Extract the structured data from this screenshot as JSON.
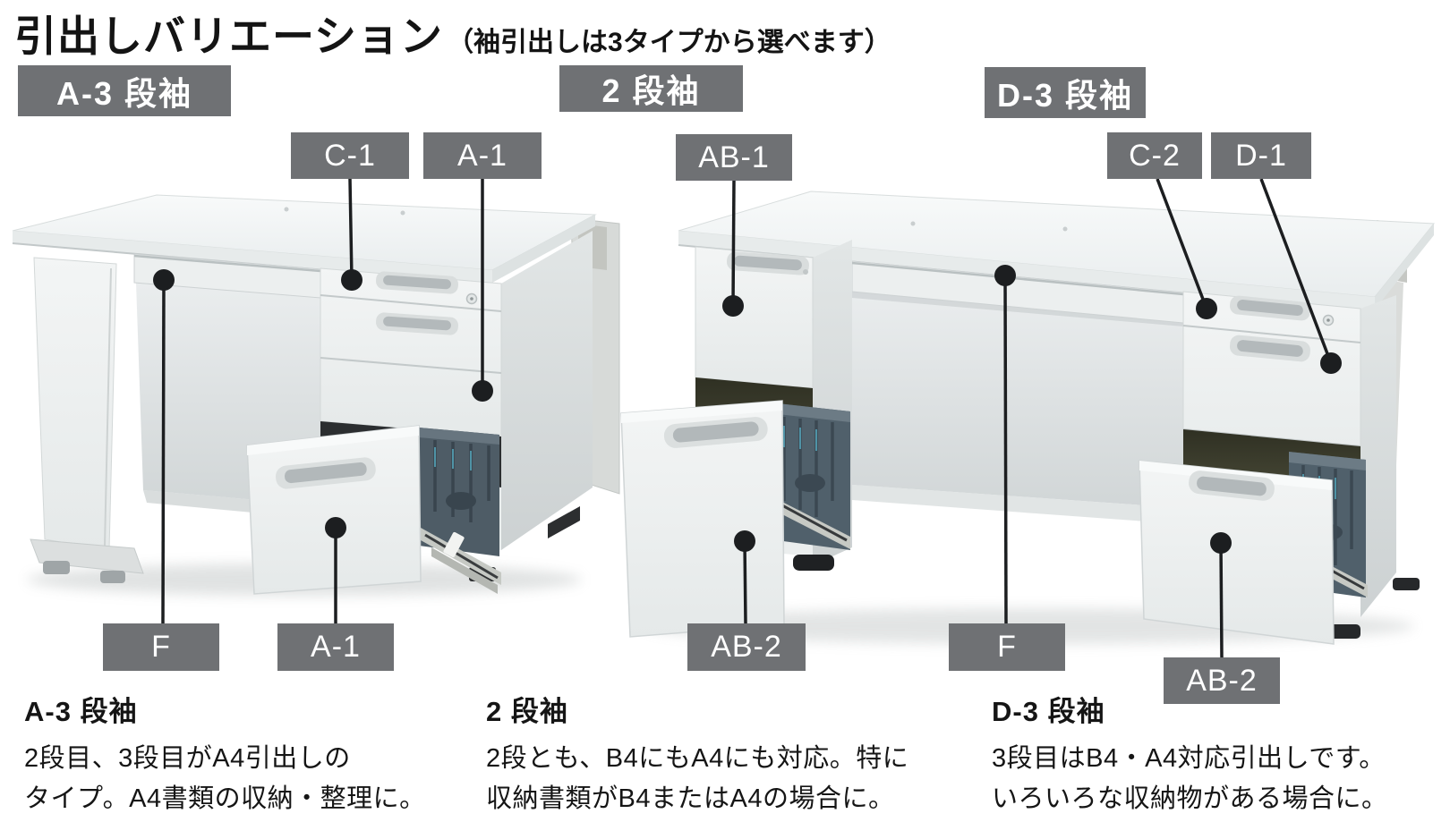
{
  "title": {
    "main": "引出しバリエーション",
    "note": "（袖引出しは3タイプから選べます）"
  },
  "colors": {
    "chip_background": "#6f7174",
    "chip_text": "#ffffff",
    "leader_line": "#1c1e20",
    "title_text": "#141414",
    "body_text": "#151515",
    "desk_body": "#eff1f1",
    "drawer_interior_dark": "#2b2e30",
    "drawer_interior_olive": "#41422f",
    "drawer_divider_slate": "#50606b"
  },
  "headers": {
    "a3": "A-3 段袖",
    "two_dan": "2 段袖",
    "d3": "D-3 段袖"
  },
  "callouts": {
    "c1": "C-1",
    "a1_top": "A-1",
    "f_left": "F",
    "a1_bottom": "A-1",
    "ab1": "AB-1",
    "ab2_middle": "AB-2",
    "c2": "C-2",
    "d1": "D-1",
    "f_right": "F",
    "ab2_right": "AB-2"
  },
  "descriptions": {
    "a3": {
      "heading": "A-3 段袖",
      "line1": "2段目、3段目がA4引出しの",
      "line2": "タイプ。A4書類の収納・整理に。"
    },
    "two_dan": {
      "heading": "2 段袖",
      "line1": "2段とも、B4にもA4にも対応。特に",
      "line2": "収納書類がB4またはA4の場合に。"
    },
    "d3": {
      "heading": "D-3 段袖",
      "line1": "3段目はB4・A4対応引出しです。",
      "line2": "いろいろな収納物がある場合に。"
    }
  }
}
